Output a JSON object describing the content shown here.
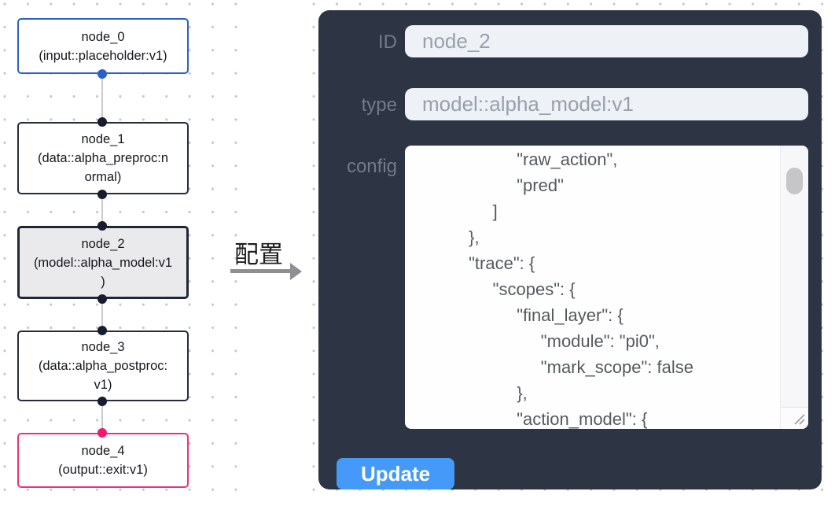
{
  "flow": {
    "nodes": [
      {
        "name": "node_0",
        "type_text": "(input::placeholder:v1)"
      },
      {
        "name": "node_1",
        "type_text": "(data::alpha_preproc:n\normal)"
      },
      {
        "name": "node_2",
        "type_text": "(model::alpha_model:v1\n)"
      },
      {
        "name": "node_3",
        "type_text": "(data::alpha_postproc:\nv1)"
      },
      {
        "name": "node_4",
        "type_text": "(output::exit:v1)"
      }
    ],
    "selected_node": "node_2"
  },
  "transfer": {
    "label": "配置"
  },
  "panel": {
    "fields": {
      "id": {
        "label": "ID",
        "value": "node_2"
      },
      "type": {
        "label": "type",
        "value": "model::alpha_model:v1"
      },
      "config": {
        "label": "config",
        "visible_text": "                    \"raw_action\",\n                    \"pred\"\n               ]\n          },\n          \"trace\": {\n               \"scopes\": {\n                    \"final_layer\": {\n                         \"module\": \"pi0\",\n                         \"mark_scope\": false\n                    },\n                    \"action_model\": {"
      }
    },
    "update_label": "Update"
  },
  "colors": {
    "panel_bg": "#2d3444",
    "button_blue": "#459af9",
    "node_default_border": "#272c3d",
    "node_input_border": "#2d5fc8",
    "node_output_border": "#ee3078",
    "node_selected_bg": "#eaeaec",
    "port_dark": "#171c2e",
    "port_blue": "#2961cb",
    "port_pink": "#f01a6e",
    "input_bg": "#eef1f6",
    "label_gray": "#717b8a"
  }
}
